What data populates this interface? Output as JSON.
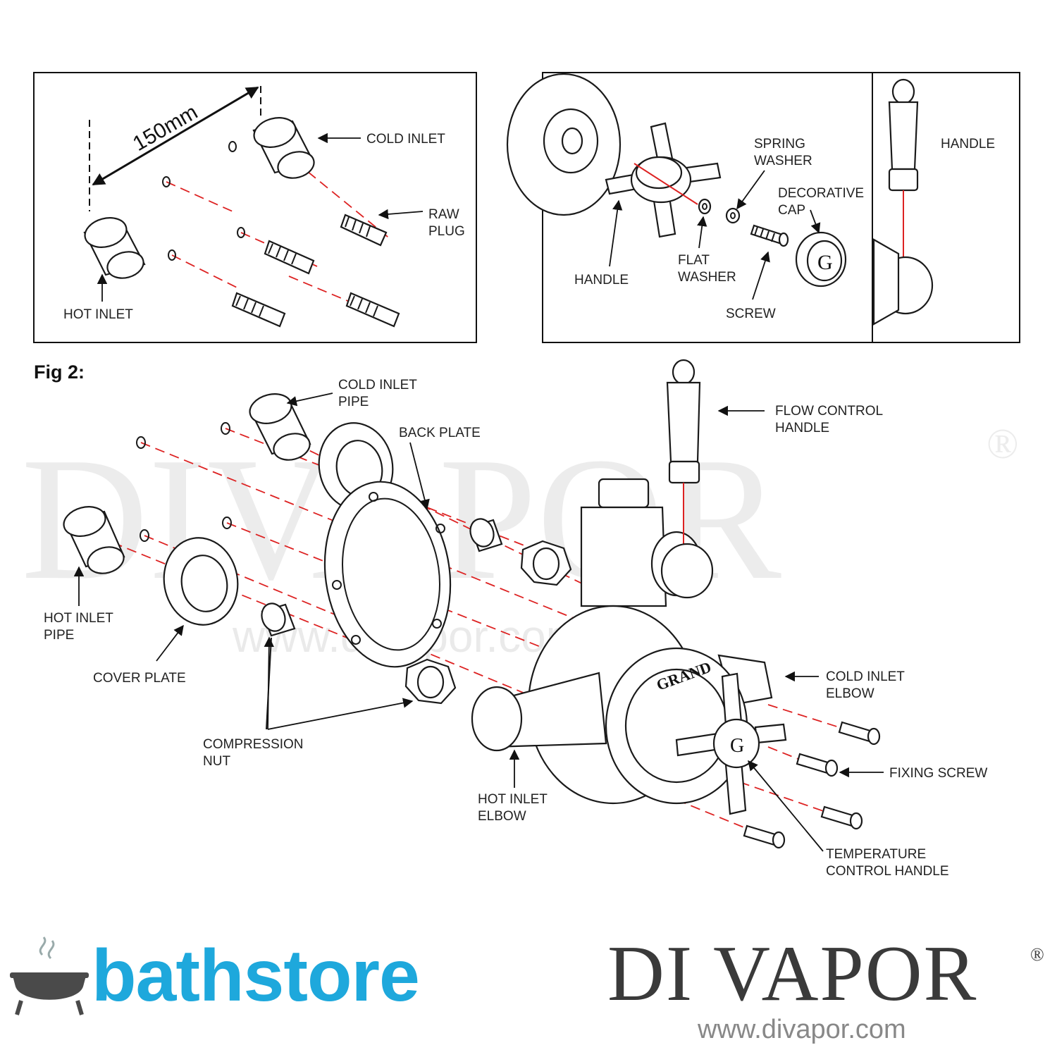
{
  "figure_label": "Fig 2:",
  "dimension": "150mm",
  "panel1": {
    "cold_inlet": "COLD INLET",
    "raw_plug_1": "RAW",
    "raw_plug_2": "PLUG",
    "hot_inlet": "HOT INLET"
  },
  "panel2": {
    "spring_washer_1": "SPRING",
    "spring_washer_2": "WASHER",
    "handle_right": "HANDLE",
    "decorative_cap_1": "DECORATIVE",
    "decorative_cap_2": "CAP",
    "handle_left": "HANDLE",
    "flat_washer_1": "FLAT",
    "flat_washer_2": "WASHER",
    "screw": "SCREW",
    "cap_letter": "G"
  },
  "fig2": {
    "cold_inlet_pipe_1": "COLD INLET",
    "cold_inlet_pipe_2": "PIPE",
    "back_plate": "BACK PLATE",
    "flow_control_1": "FLOW CONTROL",
    "flow_control_2": "HANDLE",
    "hot_inlet_pipe_1": "HOT INLET",
    "hot_inlet_pipe_2": "PIPE",
    "cover_plate": "COVER PLATE",
    "compression_nut_1": "COMPRESSION",
    "compression_nut_2": "NUT",
    "cold_inlet_elbow_1": "COLD INLET",
    "cold_inlet_elbow_2": "ELBOW",
    "fixing_screw": "FIXING SCREW",
    "hot_inlet_elbow_1": "HOT INLET",
    "hot_inlet_elbow_2": "ELBOW",
    "temp_control_1": "TEMPERATURE",
    "temp_control_2": "CONTROL HANDLE",
    "dial_text": "GRAND",
    "dial_letter": "G"
  },
  "watermark": {
    "text": "DIVAPOR",
    "reg": "®",
    "url": "www.divapor.com"
  },
  "footer": {
    "bathstore": "bathstore",
    "divapor": "DI VAPOR",
    "reg": "®",
    "url": "www.divapor.com"
  },
  "colors": {
    "bathstore_blue": "#1ea8dc",
    "guide_red": "#dd2222",
    "divapor_grey": "#3a3a3a"
  }
}
